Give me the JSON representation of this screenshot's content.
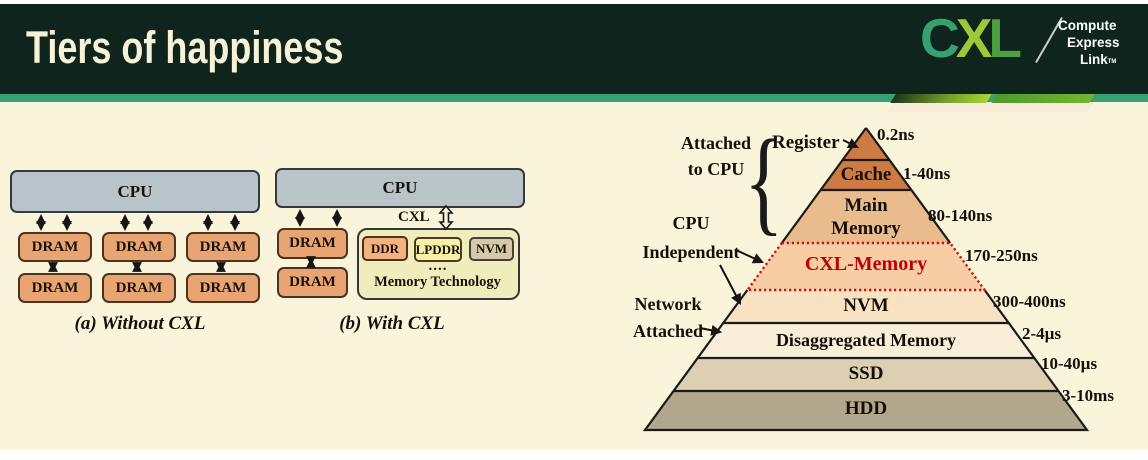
{
  "header": {
    "title": "Tiers of happiness",
    "logo": {
      "c": "C",
      "x": "X",
      "l": "L",
      "tagline": [
        "Compute",
        "Express",
        "Link"
      ],
      "tm": "TM",
      "accent_green": "#36a170",
      "accent_lime": "#9cc937"
    }
  },
  "diagrams": {
    "without_cxl": {
      "cpu": "CPU",
      "dram": [
        "DRAM",
        "DRAM",
        "DRAM",
        "DRAM",
        "DRAM",
        "DRAM"
      ],
      "caption": "(a) Without CXL"
    },
    "with_cxl": {
      "cpu": "CPU",
      "dram": [
        "DRAM",
        "DRAM"
      ],
      "link_label": "CXL",
      "modules": [
        "DDR",
        "LPDDR",
        "NVM"
      ],
      "dots": "....",
      "box_label": "Memory Technology",
      "caption": "(b) With CXL"
    }
  },
  "pyramid": {
    "highlight_color": "#c00000",
    "tiers": [
      {
        "label": "Register",
        "latency": "0.2ns",
        "color": "#cd7b42"
      },
      {
        "label": "Cache",
        "latency": "1-40ns",
        "color": "#cd7b42"
      },
      {
        "label": "Main Memory",
        "latency": "80-140ns",
        "color": "#e9bb8d"
      },
      {
        "label": "CXL-Memory",
        "latency": "170-250ns",
        "color": "#f7cda5"
      },
      {
        "label": "NVM",
        "latency": "300-400ns",
        "color": "#f9e2c1"
      },
      {
        "label": "Disaggregated Memory",
        "latency": "2-4µs",
        "color": "#f9eed9"
      },
      {
        "label": "SSD",
        "latency": "10-40µs",
        "color": "#ddd0b2"
      },
      {
        "label": "HDD",
        "latency": "3-10ms",
        "color": "#b2a68c"
      }
    ],
    "annotations": {
      "attached": [
        "Attached",
        "to CPU"
      ],
      "independent": [
        "CPU",
        "Independent"
      ],
      "network": [
        "Network",
        "Attached"
      ]
    }
  }
}
